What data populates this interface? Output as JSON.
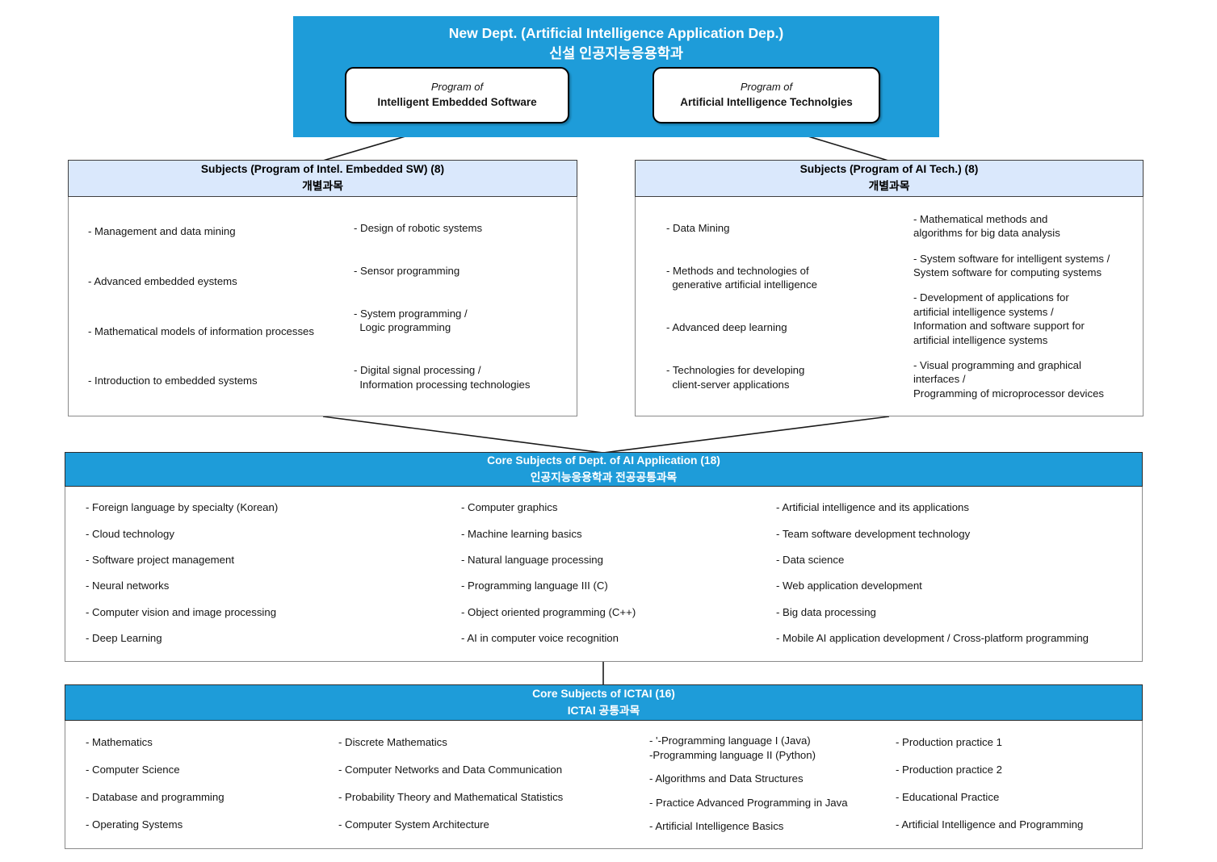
{
  "dept_header": {
    "title_en": "New Dept. (Artificial Intelligence Application Dep.)",
    "title_ko": "신설 인공지능응용학과",
    "program_left": {
      "prefix": "Program of",
      "name": "Intelligent Embedded Software"
    },
    "program_right": {
      "prefix": "Program of",
      "name": "Artificial Intelligence Technolgies"
    }
  },
  "embedded_sw": {
    "title_en": "Subjects (Program of Intel. Embedded SW) (8)",
    "title_ko": "개별과목",
    "col1": [
      "- Management and data mining",
      "- Advanced embedded eystems",
      "- Mathematical models of information processes",
      "- Introduction to embedded systems"
    ],
    "col2": [
      "- Design of robotic systems",
      "- Sensor programming",
      "- System programming /\n  Logic programming",
      "- Digital signal processing /\n  Information processing technologies"
    ]
  },
  "ai_tech": {
    "title_en": "Subjects (Program of AI Tech.) (8)",
    "title_ko": "개별과목",
    "col1": [
      "- Data Mining",
      "- Methods and technologies of\n  generative artificial intelligence",
      "- Advanced deep learning",
      "- Technologies for developing\n  client-server applications"
    ],
    "col2": [
      "- Mathematical methods and\nalgorithms for big data analysis",
      "- System software for intelligent systems /\nSystem software for computing systems",
      "- Development of applications for\nartificial intelligence systems /\nInformation and software support for\nartificial intelligence systems",
      "- Visual programming and graphical\ninterfaces /\nProgramming of microprocessor devices"
    ]
  },
  "core_ai": {
    "title_en": "Core Subjects of Dept. of AI Application (18)",
    "title_ko": "인공지능응용학과 전공공통과목",
    "col1": [
      "- Foreign language by specialty (Korean)",
      "- Cloud technology",
      "- Software project management",
      "- Neural networks",
      "- Computer vision and image processing",
      "- Deep Learning"
    ],
    "col2": [
      "- Computer graphics",
      "- Machine learning basics",
      "- Natural language processing",
      "- Programming language III (C)",
      "- Object oriented programming (C++)",
      "- AI in computer voice recognition"
    ],
    "col3": [
      "- Artificial intelligence and its applications",
      "- Team software development technology",
      "- Data science",
      "- Web application development",
      "- Big data processing",
      "- Mobile AI application development / Cross-platform programming"
    ]
  },
  "ictai": {
    "title_en": "Core Subjects of ICTAI (16)",
    "title_ko": "ICTAI 공통과목",
    "col1": [
      "- Mathematics",
      "- Computer Science",
      "- Database and programming",
      "- Operating Systems"
    ],
    "col2": [
      "- Discrete Mathematics",
      "- Computer Networks and Data Communication",
      "- Probability Theory and Mathematical Statistics",
      "- Computer System Architecture"
    ],
    "col3": [
      "- '-Programming language I (Java)\n-Programming language II (Python)",
      "- Algorithms and Data Structures",
      "- Practice Advanced Programming in Java",
      "- Artificial Intelligence Basics"
    ],
    "col4": [
      "- Production practice 1",
      "- Production practice 2",
      "- Educational Practice",
      "- Artificial Intelligence and Programming"
    ]
  },
  "colors": {
    "blue": "#1E9CD9",
    "light_blue": "#DAE8FC",
    "border": "#3F3F3F",
    "text": "#151515",
    "header_text": "#FFFFFF"
  }
}
